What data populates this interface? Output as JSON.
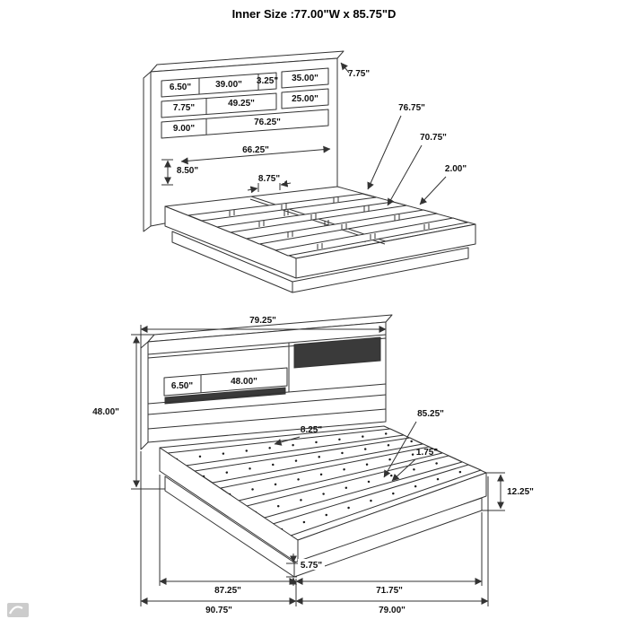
{
  "title": "Inner Size :77.00\"W x 85.75\"D",
  "colors": {
    "line": "#333333",
    "label": "#101010",
    "slot_fill": "#3a3a3a"
  },
  "top": {
    "shelf_depth": "7.75\"",
    "r1c1": "6.50\"",
    "r1c2": "39.00\"",
    "r1c3": "3.25\"",
    "r1c4": "35.00\"",
    "r2c1": "7.75\"",
    "r2c2": "49.25\"",
    "r2c3": "25.00\"",
    "r3c1": "9.00\"",
    "r3c2": "76.25\"",
    "inner_width": "66.25\"",
    "base_panel": "8.50\"",
    "slat_gap": "8.75\"",
    "rail_length": "76.75\"",
    "slat_length": "70.75\"",
    "rail_thickness": "2.00\""
  },
  "bottom": {
    "overall_width": "79.25\"",
    "overall_height": "48.00\"",
    "shelf_height": "6.50\"",
    "shelf_width": "48.00\"",
    "deck_height": "8.25\"",
    "inner_depth": "85.25\"",
    "slat_thickness": "1.75\"",
    "side_height": "12.25\"",
    "base_height": "5.75\"",
    "inner_length": "87.25\"",
    "foot_width": "71.75\"",
    "overall_depth": "90.75\"",
    "overall_length": "79.00\""
  }
}
